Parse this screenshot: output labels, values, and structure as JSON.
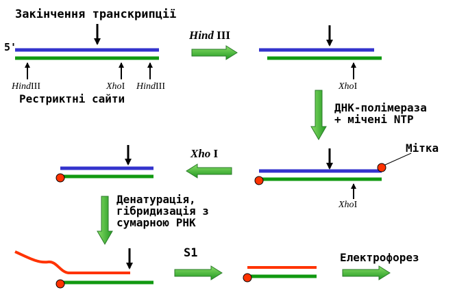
{
  "labels": {
    "title": "Закінчення транскрипції",
    "five_prime": "5'",
    "restriction_sites": "Рестриктні сайти",
    "dna_polymerase_line1": "ДНК-полімераза",
    "dna_polymerase_line2": "+ мічені NTP",
    "label_tag": "Мітка",
    "denaturation_line1": "Денатурація,",
    "denaturation_line2": "гібридизація з",
    "denaturation_line3": "сумарною РНК",
    "s1": "S1",
    "electrophoresis": "Електрофорез"
  },
  "enzymes": {
    "hind": {
      "name": "Hind",
      "suffix": " III"
    },
    "xho": {
      "name": "Xho",
      "suffix": " I"
    }
  },
  "sites": {
    "hind_1": {
      "name": "Hind",
      "suffix": "III"
    },
    "xho_1": {
      "name": "Xho",
      "suffix": "I"
    },
    "hind_2": {
      "name": "Hind",
      "suffix": "III"
    },
    "xho_2": {
      "name": "Xho",
      "suffix": "I"
    },
    "xho_3": {
      "name": "Xho",
      "suffix": "I"
    }
  },
  "colors": {
    "top_strand": "#3333cc",
    "bottom_strand": "#119911",
    "rna": "#ff3300",
    "label_dot": "#ff3300",
    "process_arrow": "#44bb33"
  }
}
